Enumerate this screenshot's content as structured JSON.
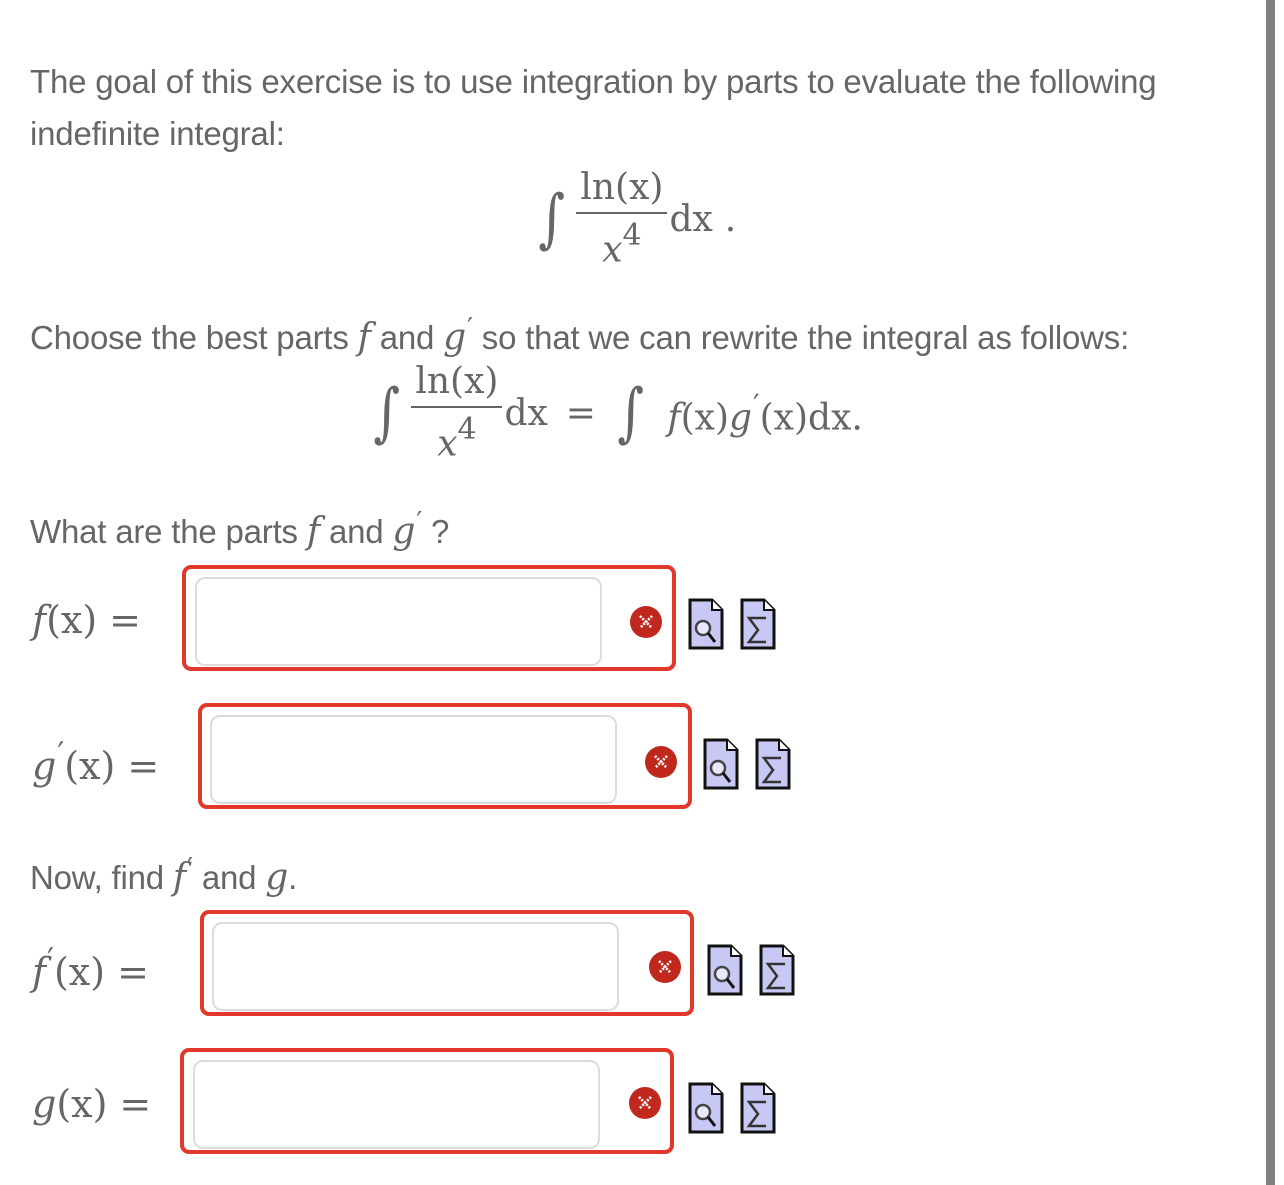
{
  "problem": {
    "intro_line1": "The goal of this exercise is to use integration by parts to evaluate the following",
    "intro_line2": "indefinite integral:",
    "integral": {
      "numerator": "ln(x)",
      "denominator_base": "x",
      "denominator_exp": "4",
      "differential": "dx",
      "trailing": "."
    },
    "choose_prefix": "Choose the best parts",
    "choose_f": "f",
    "choose_and": "and",
    "choose_g": "g",
    "choose_suffix": "so that we can rewrite the integral as follows:",
    "rewrite_rhs": {
      "f": "f",
      "x": "(x)",
      "g": "g",
      "gx": "(x)",
      "dx": "dx."
    },
    "equals": "=",
    "question_prefix": "What are the parts",
    "question_f": "f",
    "question_and": "and",
    "question_g": "g",
    "question_suffix": "?",
    "now_prefix": "Now, find",
    "now_f": "f",
    "now_and": "and",
    "now_g": "g",
    "now_suffix": "."
  },
  "answers": [
    {
      "id": "f",
      "fn": "f",
      "prime": "",
      "arg": "(x)",
      "equals": "=",
      "value": "",
      "placeholder": "",
      "status": "incorrect",
      "preview_icon": "preview-document-magnifier-icon",
      "equation_icon": "equation-editor-sigma-icon",
      "status_icon": "error-x-icon"
    },
    {
      "id": "g_prime",
      "fn": "g",
      "prime": "′",
      "arg": "(x)",
      "equals": "=",
      "value": "",
      "placeholder": "",
      "status": "incorrect",
      "preview_icon": "preview-document-magnifier-icon",
      "equation_icon": "equation-editor-sigma-icon",
      "status_icon": "error-x-icon"
    },
    {
      "id": "f_prime",
      "fn": "f",
      "prime": "′",
      "arg": "(x)",
      "equals": "=",
      "value": "",
      "placeholder": "",
      "status": "incorrect",
      "preview_icon": "preview-document-magnifier-icon",
      "equation_icon": "equation-editor-sigma-icon",
      "status_icon": "error-x-icon"
    },
    {
      "id": "g",
      "fn": "g",
      "prime": "",
      "arg": "(x)",
      "equals": "=",
      "value": "",
      "placeholder": "",
      "status": "incorrect",
      "preview_icon": "preview-document-magnifier-icon",
      "equation_icon": "equation-editor-sigma-icon",
      "status_icon": "error-x-icon"
    }
  ],
  "colors": {
    "text": "#666666",
    "error_border": "#e1382b",
    "error_icon": "#c0281e",
    "input_border": "#dcdcdc",
    "icon_fill": "#c8c8f5",
    "scrollbar": "#808080"
  }
}
